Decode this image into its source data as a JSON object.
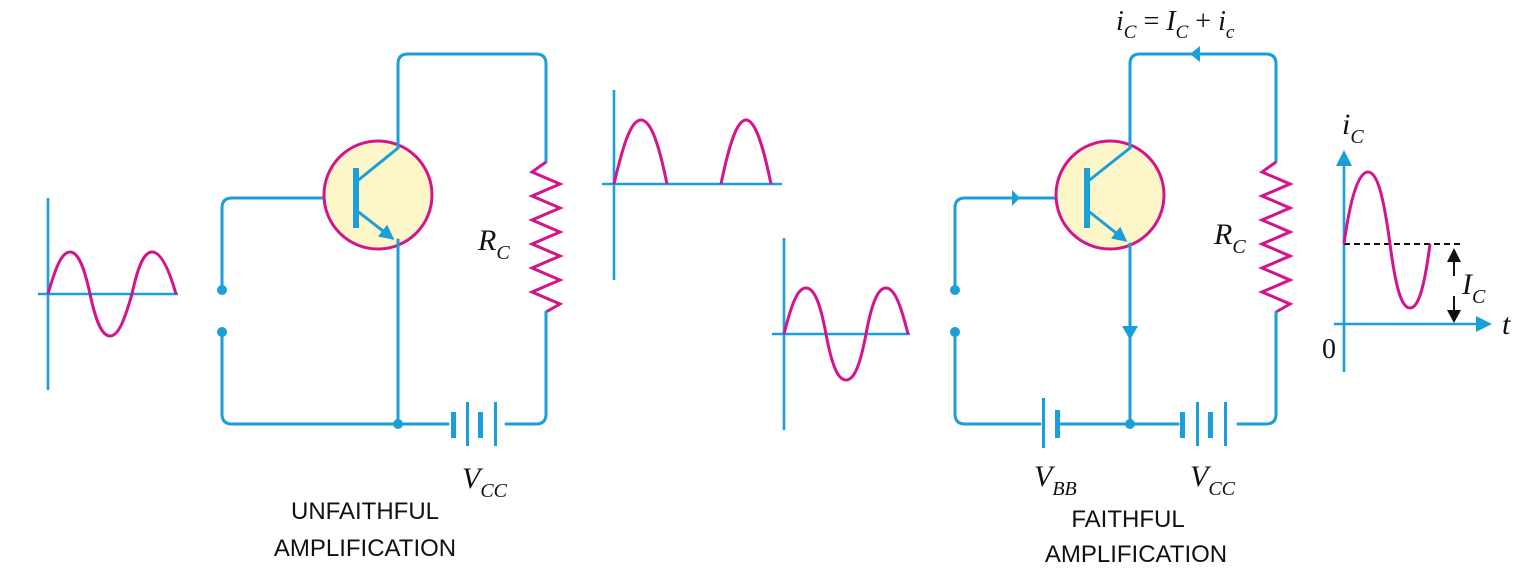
{
  "left_circuit": {
    "resistor_label": {
      "main": "R",
      "sub": "C"
    },
    "battery_label": {
      "main": "V",
      "sub": "CC"
    },
    "caption_line1": "UNFAITHFUL",
    "caption_line2": "AMPLIFICATION"
  },
  "right_circuit": {
    "current_equation": {
      "i": "i",
      "i_sub": "C",
      "eq": " = ",
      "I": "I",
      "I_sub": "C",
      "plus": " + ",
      "ic": "i",
      "ic_sub": "c"
    },
    "resistor_label": {
      "main": "R",
      "sub": "C"
    },
    "vbb_label": {
      "main": "V",
      "sub": "BB"
    },
    "vcc_label": {
      "main": "V",
      "sub": "CC"
    },
    "caption_line1": "FAITHFUL",
    "caption_line2": "AMPLIFICATION"
  },
  "output_graph": {
    "y_label": {
      "main": "i",
      "sub": "C"
    },
    "dc_label": {
      "main": "I",
      "sub": "C"
    },
    "x_label": "t",
    "origin_label": "0"
  },
  "colors": {
    "wire": "#1a9fd8",
    "signal": "#d4148c",
    "transistor_fill": "#fdf6c8"
  }
}
